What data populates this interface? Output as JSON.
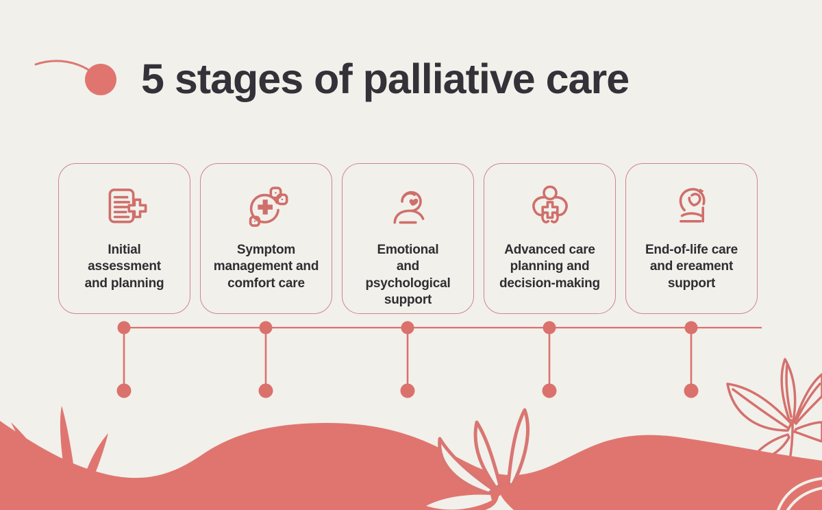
{
  "title": "5 stages of palliative care",
  "stages": [
    {
      "label": "Initial assessment and planning",
      "icon": "medical-report-plus-icon"
    },
    {
      "label": "Symptom management and comfort care",
      "icon": "medication-pills-icon"
    },
    {
      "label": "Emotional and psychological support",
      "icon": "person-emotional-support-icon"
    },
    {
      "label": "Advanced care planning and decision-making",
      "icon": "caregiver-cross-icon"
    },
    {
      "label": "End-of-life care and ereament support",
      "icon": "elderly-person-care-icon"
    }
  ],
  "timeline": {
    "stages_count": 5
  },
  "colors": {
    "background": "#F2F0EB",
    "coral_solid": "#E0756F",
    "coral_line": "#DA726E",
    "icon_stroke": "#CF6F6B",
    "card_border": "#CD858A",
    "title_text": "#343238",
    "label_text": "#2E2D31"
  }
}
